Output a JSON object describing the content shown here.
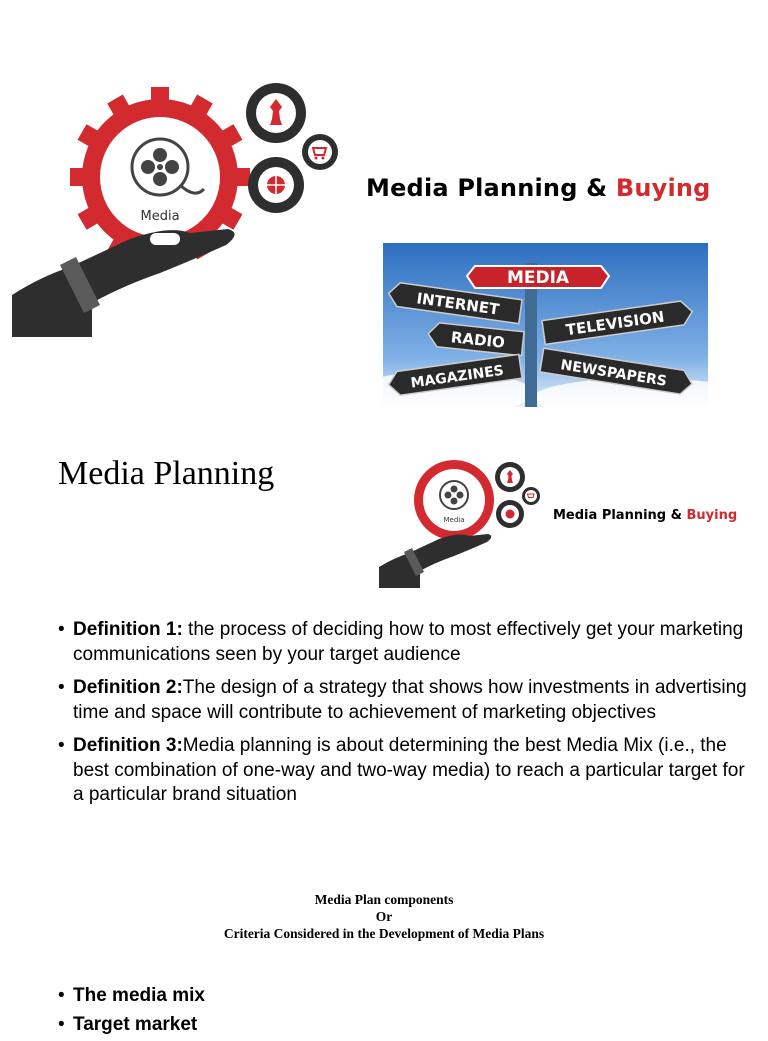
{
  "hero": {
    "logo_gear_label": "Media",
    "title_main": "Media Planning & ",
    "title_accent": "Buying",
    "colors": {
      "red": "#d22a2f",
      "dark": "#2e2e2e"
    }
  },
  "signpost": {
    "signs": [
      "MEDIA",
      "INTERNET",
      "TELEVISION",
      "RADIO",
      "MAGAZINES",
      "NEWSPAPERS"
    ]
  },
  "section_heading": "Media Planning",
  "small_logo": {
    "gear_label": "Media",
    "title_main": "Media Planning & ",
    "title_accent": "Buying"
  },
  "definitions": [
    {
      "term": "Definition 1:",
      "text": " the process of deciding how to most effectively get your marketing communications seen by your target audience"
    },
    {
      "term": "Definition 2:",
      "text": "The design of a strategy that shows how investments in advertising time and space will contribute to achievement of marketing objectives"
    },
    {
      "term": "Definition 3:",
      "text": "Media planning is about determining the best Media Mix (i.e., the best combination of one-way and two-way media) to reach a particular target for a particular brand situation"
    }
  ],
  "components": {
    "line1": "Media Plan components",
    "line2": "Or",
    "line3": "Criteria Considered in the Development of Media Plans"
  },
  "mix_list": [
    "The media mix",
    "Target market"
  ]
}
